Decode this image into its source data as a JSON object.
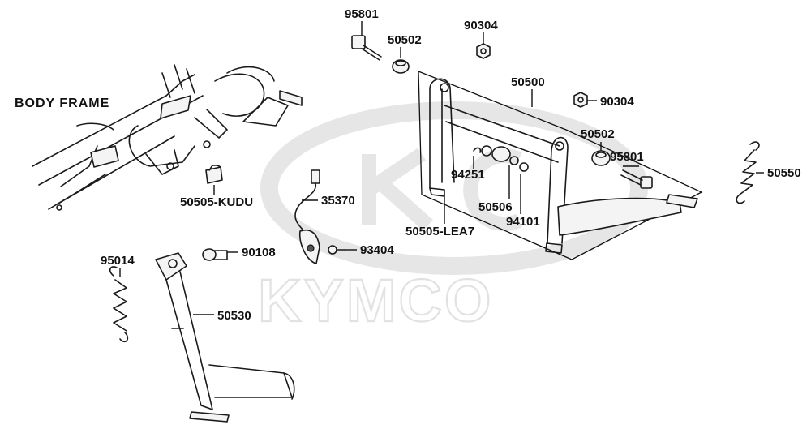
{
  "diagram": {
    "watermark_text": "KYMCO",
    "frame_label": "BODY FRAME",
    "parts": [
      {
        "id": "p95801a",
        "code": "95801"
      },
      {
        "id": "p50502a",
        "code": "50502"
      },
      {
        "id": "p90304a",
        "code": "90304"
      },
      {
        "id": "p50500",
        "code": "50500"
      },
      {
        "id": "p90304b",
        "code": "90304"
      },
      {
        "id": "p50502b",
        "code": "50502"
      },
      {
        "id": "p95801b",
        "code": "95801"
      },
      {
        "id": "p50550",
        "code": "50550"
      },
      {
        "id": "p94251",
        "code": "94251"
      },
      {
        "id": "p50506",
        "code": "50506"
      },
      {
        "id": "p94101",
        "code": "94101"
      },
      {
        "id": "p50505lea7",
        "code": "50505-LEA7"
      },
      {
        "id": "p50505kudu",
        "code": "50505-KUDU"
      },
      {
        "id": "p35370",
        "code": "35370"
      },
      {
        "id": "p93404",
        "code": "93404"
      },
      {
        "id": "p90108",
        "code": "90108"
      },
      {
        "id": "p95014",
        "code": "95014"
      },
      {
        "id": "p50530",
        "code": "50530"
      }
    ]
  }
}
